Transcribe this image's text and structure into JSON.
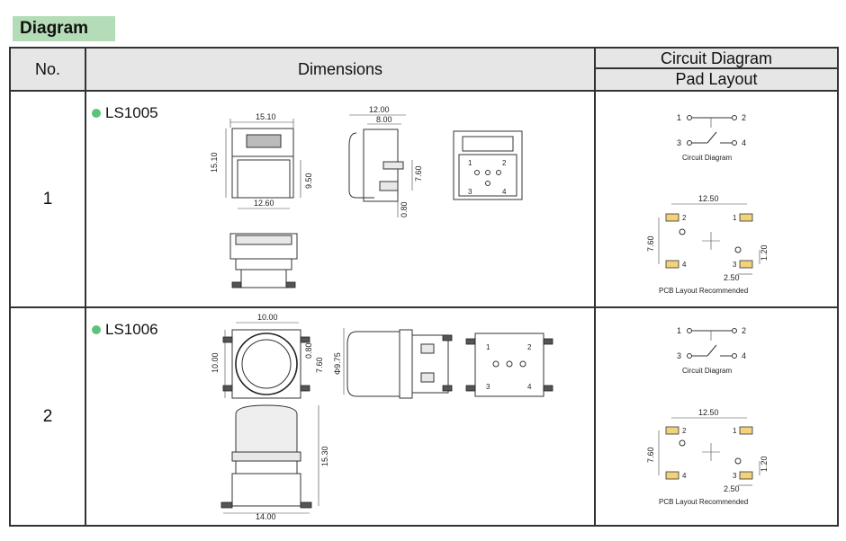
{
  "section_title": "Diagram",
  "headers": {
    "no": "No.",
    "dimensions": "Dimensions",
    "circuit": "Circuit Diagram",
    "pad": "Pad Layout"
  },
  "rows": [
    {
      "no": "1",
      "model": "LS1005",
      "front_dims": {
        "top": "15.10",
        "left": "15.10",
        "right": "9.50",
        "bottom": "12.60"
      },
      "side_dims": {
        "top1": "12.00",
        "top2": "8.00",
        "right": "7.60",
        "bottom": "0.80"
      },
      "bottom_pins": [
        "1",
        "2",
        "3",
        "4"
      ],
      "circuit": {
        "pins": [
          "1",
          "2",
          "3",
          "4"
        ],
        "caption": "Circuit Diagram"
      },
      "pcb": {
        "width": "12.50",
        "height": "7.60",
        "offset_v": "1.20",
        "offset_h": "2.50",
        "pins": [
          "2",
          "1",
          "4",
          "3"
        ],
        "caption": "PCB Layout Recommended"
      }
    },
    {
      "no": "2",
      "model": "LS1006",
      "top_dims": {
        "top": "10.00",
        "left": "10.00",
        "r1": "0.80",
        "r2": "7.60"
      },
      "side_dims": {
        "dia": "Φ9.75"
      },
      "front_dims": {
        "height": "15.30",
        "bottom": "14.00"
      },
      "bottom_pins": [
        "1",
        "2",
        "3",
        "4"
      ],
      "circuit": {
        "pins": [
          "1",
          "2",
          "3",
          "4"
        ],
        "caption": "Circuit Diagram"
      },
      "pcb": {
        "width": "12.50",
        "height": "7.60",
        "offset_v": "1.20",
        "offset_h": "2.50",
        "pins": [
          "2",
          "1",
          "4",
          "3"
        ],
        "caption": "PCB Layout Recommended"
      }
    }
  ]
}
